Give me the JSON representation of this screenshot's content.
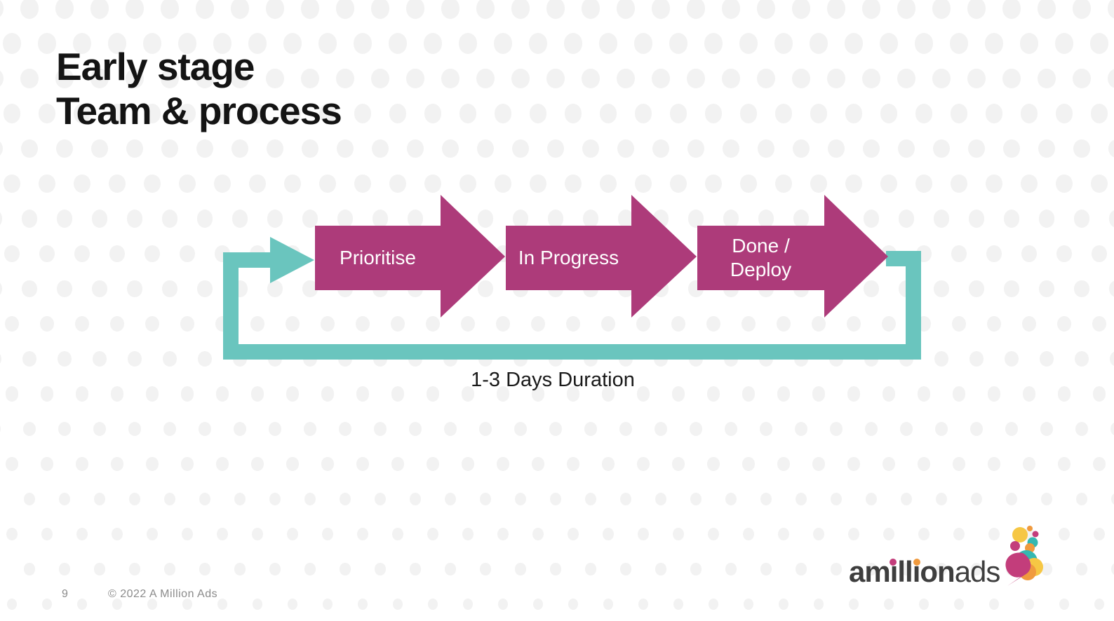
{
  "slide": {
    "title_line1": "Early stage",
    "title_line2": "Team & process",
    "page_number": "9",
    "copyright": "© 2022 A Million Ads"
  },
  "diagram": {
    "type": "process-flow-loop",
    "steps": [
      {
        "label": "Prioritise"
      },
      {
        "label": "In Progress"
      },
      {
        "label": "Done / Deploy"
      }
    ],
    "loop_caption": "1-3 Days Duration"
  },
  "logo": {
    "word_bold": "amillion",
    "word_light": "ads"
  },
  "colors": {
    "step_arrow": "#ad3b7a",
    "loop_arrow": "#6ac5be",
    "title_text": "#141414",
    "footer_text": "#8b8b8b",
    "logo_text": "#3e3e3e",
    "logo_pink": "#c33d7b",
    "logo_orange": "#f09a3e",
    "logo_yellow": "#f6c744",
    "logo_teal": "#35b8b1",
    "background_dot": "#f2f2f2"
  }
}
